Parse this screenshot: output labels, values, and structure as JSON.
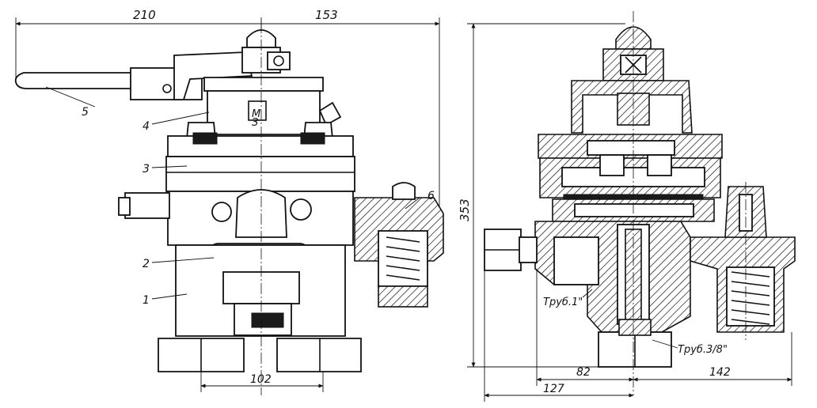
{
  "dimensions": {
    "width_left": "210",
    "width_right": "153",
    "height_total": "353",
    "bottom_left": "102",
    "bottom_82": "82",
    "bottom_142": "142",
    "bottom_127": "127"
  },
  "part_labels": [
    "5",
    "4",
    "3",
    "2",
    "1",
    "6"
  ],
  "annotations": {
    "pipe_1": "Труб.1\"",
    "pipe_3_8": "Труб.3/8\"",
    "cap_mark": "М\nЗ"
  }
}
